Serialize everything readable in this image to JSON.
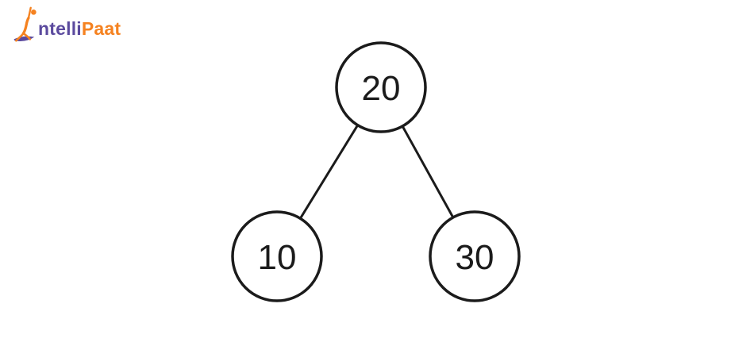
{
  "logo": {
    "brand_primary": "ntelli",
    "brand_secondary": "Paat",
    "figure_icon": "jumping-person-icon"
  },
  "colors": {
    "logo_purple": "#5B4A9E",
    "logo_orange": "#F58220",
    "tree_ink": "#1B1B1B",
    "node_fill": "#FFFFFF",
    "background": "#FFFFFF"
  },
  "diagram": {
    "type": "binary-tree",
    "nodes": [
      {
        "id": "root",
        "value": "20"
      },
      {
        "id": "left-child",
        "value": "10"
      },
      {
        "id": "right-child",
        "value": "30"
      }
    ],
    "edges": [
      {
        "from": "root",
        "to": "left-child"
      },
      {
        "from": "root",
        "to": "right-child"
      }
    ]
  }
}
